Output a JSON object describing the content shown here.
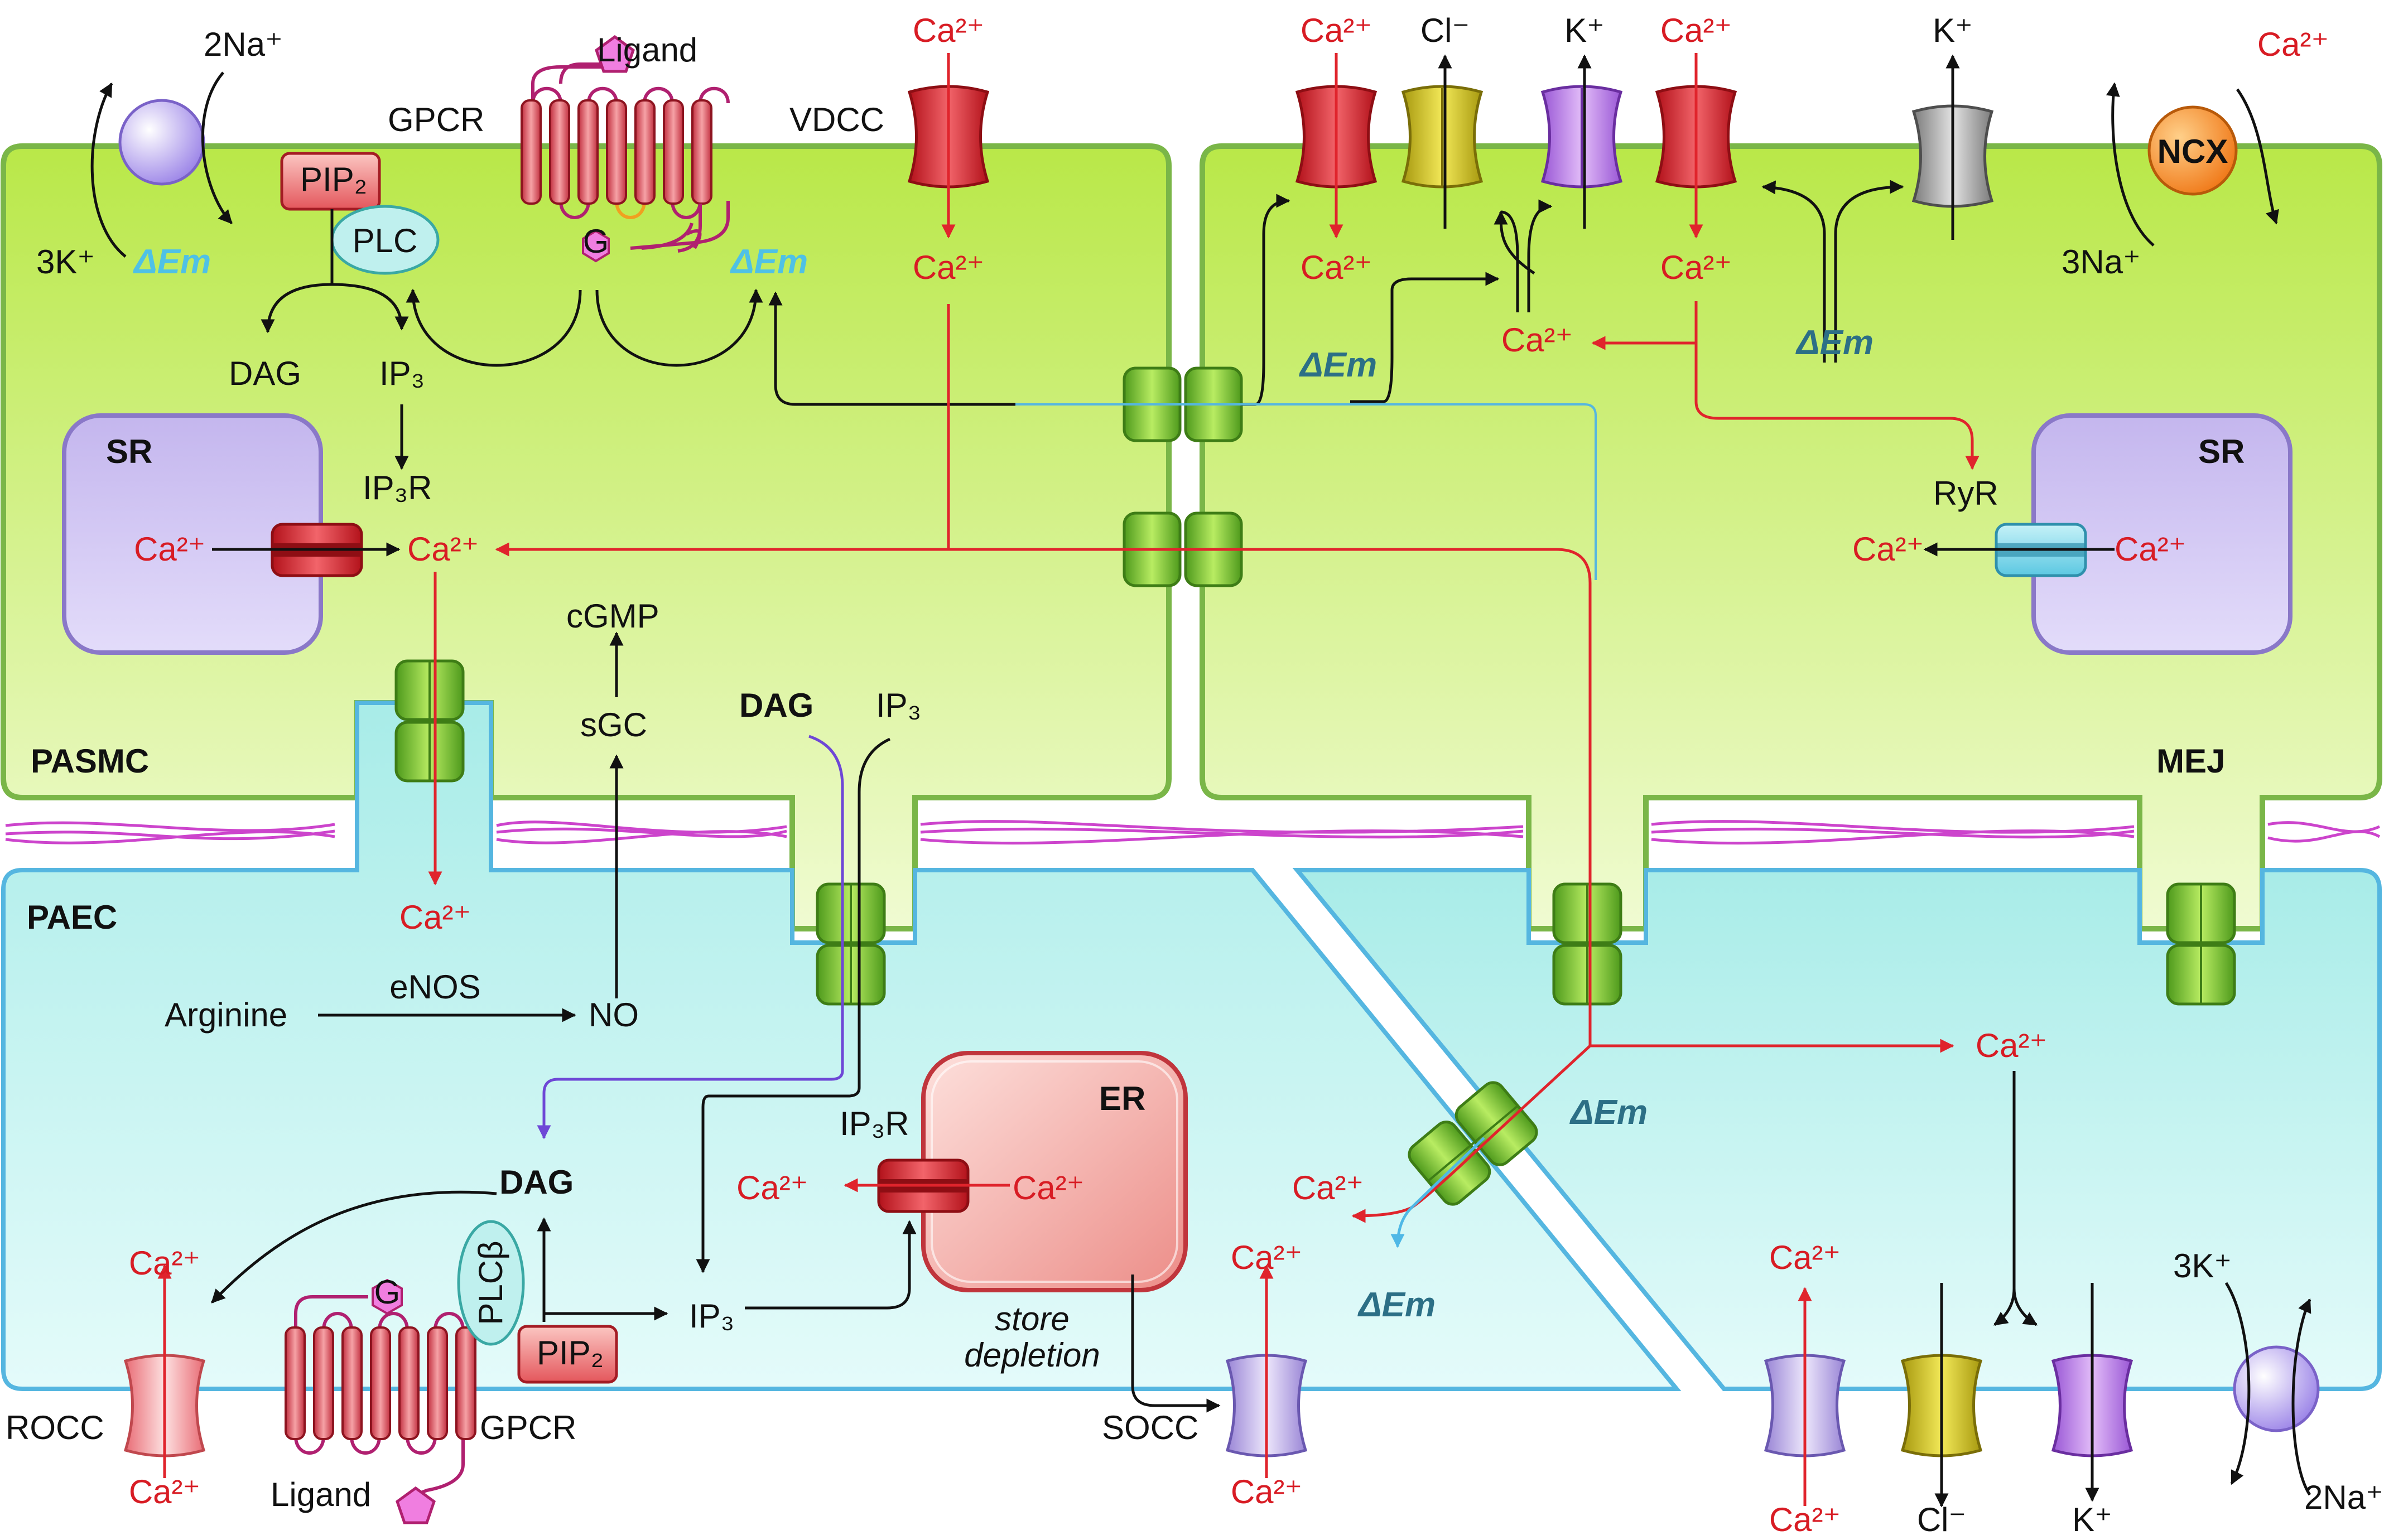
{
  "colors": {
    "pasmc_fill": "#c6ec6a",
    "pasmc_border": "#7ab648",
    "paec_fill": "#bdf1ee",
    "paec_border": "#55b6e0",
    "sr_fill": "#d2c6f2",
    "er_fill": "#f7b2ae",
    "calcium_red": "#d81c24",
    "dag_purple": "#6e47d6",
    "ip3_olive": "#6b7f1e",
    "dem_cyan": "#4fc1e6",
    "dem_teal": "#2c6f86",
    "collagen": "#cc44cc",
    "gap_junction": "#7dc242"
  },
  "labels": {
    "pasmc": "PASMC",
    "paec": "PAEC",
    "mej": "MEJ",
    "sr": "SR",
    "er": "ER",
    "ca": "Ca²⁺",
    "k": "K⁺",
    "cl": "Cl⁻",
    "na2": "2Na⁺",
    "k3": "3K⁺",
    "na3": "3Na⁺",
    "dem": "ΔEm",
    "ligand": "Ligand",
    "gpcr": "GPCR",
    "g": "G",
    "pip2": "PIP₂",
    "plc": "PLC",
    "plcb": "PLCβ",
    "dag": "DAG",
    "ip3": "IP₃",
    "ip3r": "IP₃R",
    "vdcc": "VDCC",
    "ncx": "NCX",
    "ryr": "RyR",
    "cgmp": "cGMP",
    "sgc": "sGC",
    "arginine": "Arginine",
    "enos": "eNOS",
    "no": "NO",
    "rocc": "ROCC",
    "socc": "SOCC",
    "store": "store",
    "depletion": "depletion"
  }
}
